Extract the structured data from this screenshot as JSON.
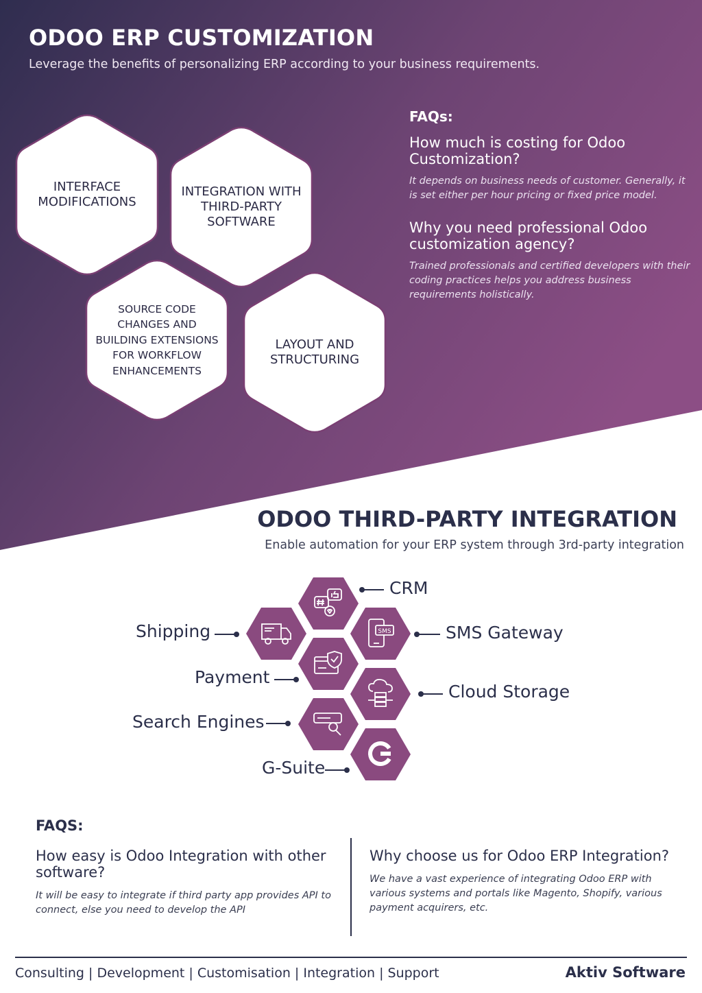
{
  "colors": {
    "gradient_dark": "#2f2d4f",
    "gradient_light": "#8c4e85",
    "hex_border": "#7a3f73",
    "icon_hex": "#8a4a7f",
    "ink": "#2b2f4a"
  },
  "section1": {
    "title": "ODOO ERP CUSTOMIZATION",
    "subtitle": "Leverage the benefits of personalizing ERP according to your business requirements.",
    "hexagons": [
      {
        "label": "INTERFACE MODIFICATIONS"
      },
      {
        "label": "INTEGRATION WITH THIRD-PARTY SOFTWARE"
      },
      {
        "label": "SOURCE CODE CHANGES AND BUILDING EXTENSIONS FOR WORKFLOW ENHANCEMENTS"
      },
      {
        "label": "LAYOUT AND STRUCTURING"
      }
    ],
    "faq": {
      "label": "FAQs:",
      "items": [
        {
          "q": "How much is costing for Odoo Customization?",
          "a": "It depends on business needs of customer. Generally, it is set either per hour pricing or fixed price model."
        },
        {
          "q": "Why you need professional Odoo customization agency?",
          "a": "Trained professionals and certified developers with their coding practices helps you address business requirements holistically."
        }
      ]
    }
  },
  "section2": {
    "title": "ODOO THIRD-PARTY INTEGRATION",
    "subtitle": "Enable automation for your ERP system through 3rd-party integration",
    "integrations": [
      {
        "label": "CRM",
        "icon": "crm-social-icon"
      },
      {
        "label": "Shipping",
        "icon": "truck-icon"
      },
      {
        "label": "SMS Gateway",
        "icon": "sms-phone-icon"
      },
      {
        "label": "Payment",
        "icon": "payment-card-shield-icon"
      },
      {
        "label": "Cloud Storage",
        "icon": "cloud-server-icon"
      },
      {
        "label": "Search Engines",
        "icon": "search-bar-icon"
      },
      {
        "label": "G-Suite",
        "icon": "google-g-icon"
      }
    ],
    "faq": {
      "label": "FAQS:",
      "items": [
        {
          "q": "How easy is Odoo Integration with other software?",
          "a": "It will be easy to integrate if third party app provides API to connect, else you need to develop the API"
        },
        {
          "q": "Why choose us for Odoo ERP Integration?",
          "a": "We have a vast experience of integrating Odoo ERP with various systems and portals like Magento, Shopify, various payment acquirers, etc."
        }
      ]
    }
  },
  "footer": {
    "services": "Consulting | Development | Customisation | Integration | Support",
    "brand": "Aktiv Software"
  }
}
